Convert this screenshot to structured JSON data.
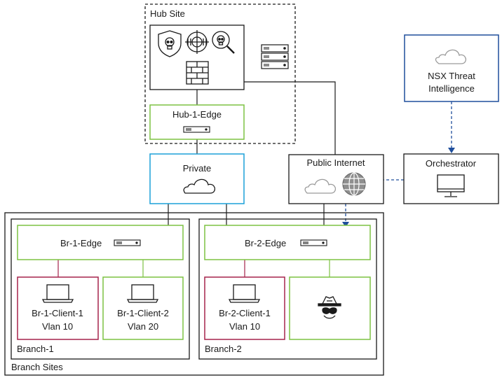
{
  "hub_site": {
    "label": "Hub Site",
    "edge_label": "Hub-1-Edge",
    "icons": [
      "shield-skull-icon",
      "crosshair-icon",
      "magnifier-skull-icon",
      "firewall-icon",
      "server-stack-icon"
    ]
  },
  "private": {
    "label": "Private"
  },
  "public_internet": {
    "label": "Public Internet"
  },
  "threat_intel": {
    "line1": "NSX Threat",
    "line2": "Intelligence"
  },
  "orchestrator": {
    "label": "Orchestrator"
  },
  "branch_sites": {
    "label": "Branch Sites"
  },
  "branch1": {
    "label": "Branch-1",
    "edge_label": "Br-1-Edge",
    "client1": {
      "name": "Br-1-Client-1",
      "vlan": "Vlan 10"
    },
    "client2": {
      "name": "Br-1-Client-2",
      "vlan": "Vlan 20"
    }
  },
  "branch2": {
    "label": "Branch-2",
    "edge_label": "Br-2-Edge",
    "client1": {
      "name": "Br-2-Client-1",
      "vlan": "Vlan 10"
    }
  },
  "colors": {
    "edge_green": "#7dc242",
    "client_red": "#a5234b",
    "private_blue": "#1ba1d8",
    "intel_navy": "#1f4e9c",
    "dashed_link": "#1f4e9c",
    "line": "#1a1a1a"
  }
}
